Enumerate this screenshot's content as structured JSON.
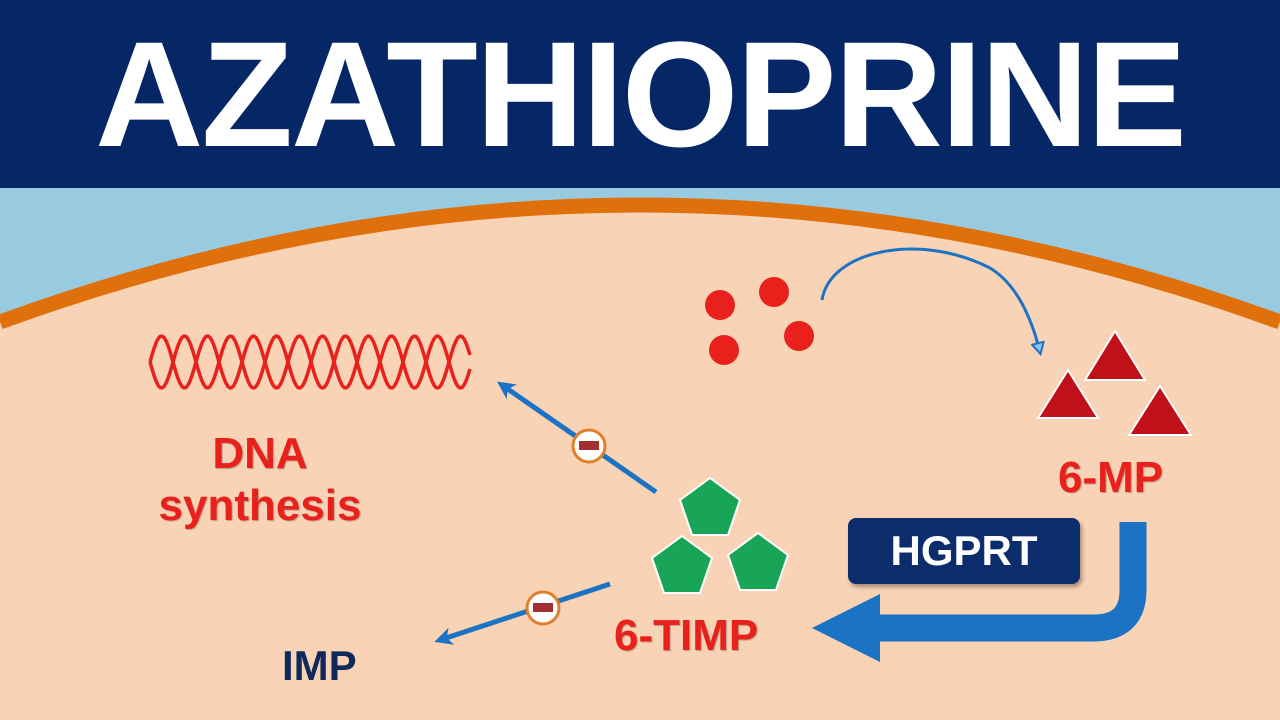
{
  "header": {
    "title": "AZATHIOPRINE"
  },
  "labels": {
    "dna_line1": "DNA",
    "dna_line2": "synthesis",
    "mp": "6-MP",
    "timp": "6-TIMP",
    "imp": "IMP",
    "enzyme": "HGPRT"
  },
  "colors": {
    "header_bg": "#062766",
    "background": "#98cbe0",
    "cell": "#f9d3b5",
    "membrane": "#e0700c",
    "text_red": "#e8211d",
    "text_navy": "#0f2a5a",
    "arrow_blue": "#1c73c4",
    "molecule_red": "#e8211d",
    "triangle": "#c0101a",
    "pentagon": "#19a558",
    "inhibit_badge": "#a33030"
  },
  "icons": {
    "molecule_dots": "red-circles",
    "mp_shape": "red-triangles",
    "timp_shape": "green-pentagons",
    "inhibition": "minus-circle",
    "dna": "double-helix"
  }
}
